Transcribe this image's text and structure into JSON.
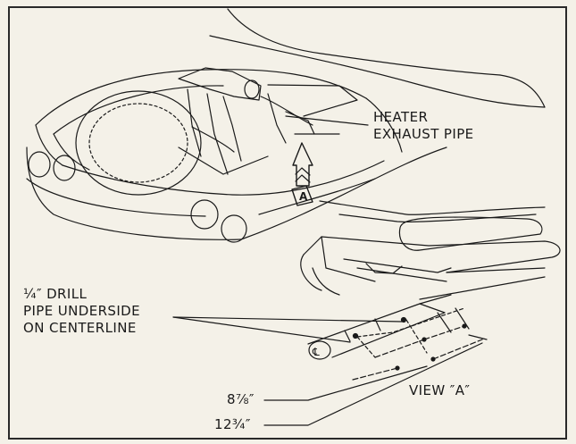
{
  "labels": {
    "heater_exhaust_pipe": [
      "HEATER",
      "EXHAUST PIPE"
    ],
    "drill_note": [
      "¼″ DRILL",
      "PIPE UNDERSIDE",
      "ON CENTERLINE"
    ],
    "view_a": "VIEW ″A″",
    "dim_short": "8⅞″",
    "dim_long": "12¾″",
    "arrow_letter": "A",
    "centerline_mark": "℄"
  },
  "colors": {
    "ink": "#1a1a1a",
    "paper": "#f4f1e8"
  }
}
